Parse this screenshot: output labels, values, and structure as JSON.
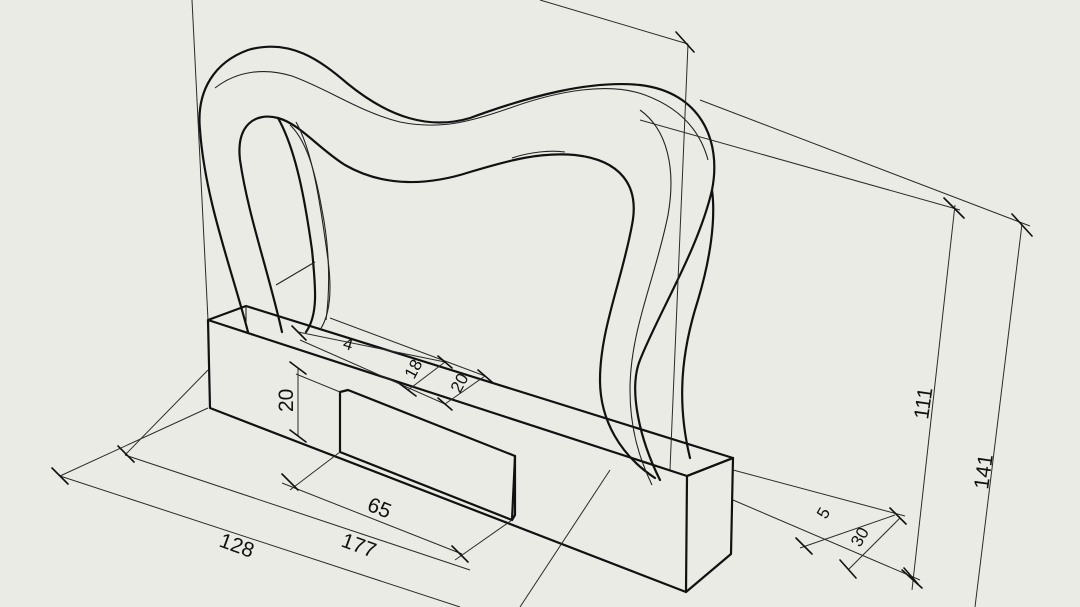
{
  "dimensions": {
    "arch_depth_4": "4",
    "plaque_gap_18": "18",
    "plaque_gap_20": "20",
    "plaque_height": "20",
    "plaque_width": "65",
    "base_offset": "128",
    "base_length": "177",
    "arch_height": "111",
    "total_height": "141",
    "base_step": "5",
    "base_height": "30"
  }
}
